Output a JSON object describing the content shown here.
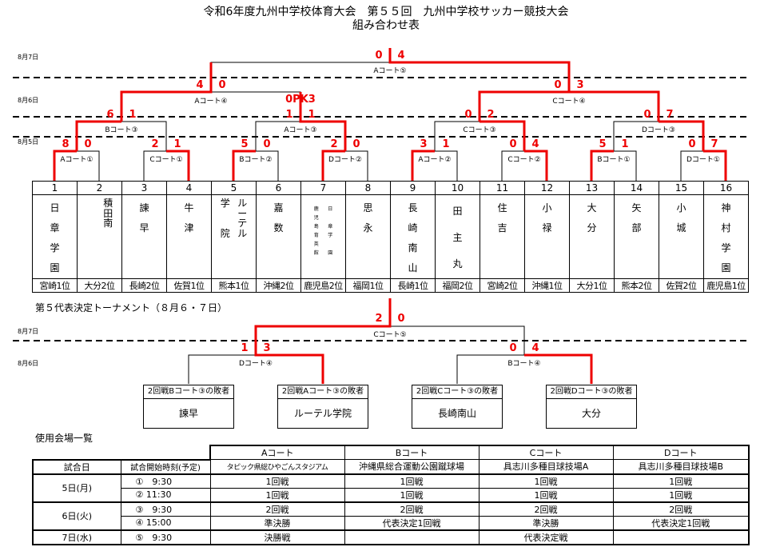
{
  "header": {
    "title": "令和6年度九州中学校体育大会　第５５回　九州中学校サッカー競技大会",
    "subtitle": "組み合わせ表"
  },
  "dates": {
    "d7": "8月7日",
    "d6": "8月6日",
    "d5": "8月5日"
  },
  "courts": {
    "final": "Aコート⑤",
    "sf_left": "Aコート④",
    "sf_right": "Cコート④",
    "r2_1": "Bコート③",
    "r2_2": "Aコート③",
    "r2_3": "Cコート③",
    "r2_4": "Dコート③",
    "r1_1": "Aコート①",
    "r1_2": "Cコート①",
    "r1_3": "Bコート②",
    "r1_4": "Dコート②",
    "r1_5": "Aコート②",
    "r1_6": "Cコート②",
    "r1_7": "Bコート①",
    "r1_8": "Dコート①"
  },
  "scores": {
    "final_l": "0",
    "final_r": "4",
    "sfl_l": "4",
    "sfl_r": "0",
    "sfr_l": "0",
    "sfr_r": "3",
    "r2_1_l": "6",
    "r2_1_r": "1",
    "r2_2_pk": "0PK3",
    "r2_2_l": "1",
    "r2_2_r": "1",
    "r2_3_l": "0",
    "r2_3_r": "2",
    "r2_4_l": "0",
    "r2_4_r": "7",
    "r1_1_l": "8",
    "r1_1_r": "0",
    "r1_2_l": "2",
    "r1_2_r": "1",
    "r1_3_l": "5",
    "r1_3_r": "0",
    "r1_4_l": "2",
    "r1_4_r": "0",
    "r1_5_l": "3",
    "r1_5_r": "1",
    "r1_6_l": "0",
    "r1_6_r": "4",
    "r1_7_l": "5",
    "r1_7_r": "1",
    "r1_8_l": "0",
    "r1_8_r": "7"
  },
  "teams": [
    {
      "num": "1",
      "name": [
        "日",
        "章",
        "学",
        "園"
      ],
      "rank": "宮崎1位"
    },
    {
      "num": "2",
      "name": [
        "",
        "積",
        "",
        "田",
        "",
        "南"
      ],
      "rank": "大分2位"
    },
    {
      "num": "3",
      "name": [
        "諫",
        "",
        "",
        "早"
      ],
      "rank": "長崎2位"
    },
    {
      "num": "4",
      "name": [
        "牛",
        "",
        "",
        "津"
      ],
      "rank": "佐賀1位"
    },
    {
      "num": "5",
      "name": [
        "学",
        "ル",
        "",
        "ー",
        "",
        "テ",
        "院",
        "ル"
      ],
      "rank": "熊本1位"
    },
    {
      "num": "6",
      "name": [
        "嘉",
        "",
        "",
        "数"
      ],
      "rank": "沖縄2位"
    },
    {
      "num": "7",
      "name": [
        "鹿",
        "日",
        "児",
        "",
        "島",
        "章",
        "育",
        "学",
        "英",
        "",
        "館",
        "園"
      ],
      "rank": "鹿児島2位",
      "small": true
    },
    {
      "num": "8",
      "name": [
        "思",
        "",
        "",
        "永"
      ],
      "rank": "福岡1位"
    },
    {
      "num": "9",
      "name": [
        "長",
        "崎",
        "南",
        "山"
      ],
      "rank": "長崎1位"
    },
    {
      "num": "10",
      "name": [
        "田",
        "主",
        "丸"
      ],
      "rank": "福岡2位"
    },
    {
      "num": "11",
      "name": [
        "住",
        "",
        "",
        "吉"
      ],
      "rank": "宮崎2位"
    },
    {
      "num": "12",
      "name": [
        "小",
        "",
        "",
        "禄"
      ],
      "rank": "沖縄1位"
    },
    {
      "num": "13",
      "name": [
        "大",
        "",
        "",
        "分"
      ],
      "rank": "大分1位"
    },
    {
      "num": "14",
      "name": [
        "矢",
        "",
        "",
        "部"
      ],
      "rank": "熊本2位"
    },
    {
      "num": "15",
      "name": [
        "小",
        "",
        "",
        "城"
      ],
      "rank": "佐賀2位"
    },
    {
      "num": "16",
      "name": [
        "神",
        "村",
        "学",
        "園"
      ],
      "rank": "鹿児島1位"
    }
  ],
  "rep": {
    "title": "第５代表決定トーナメント（８月６・７日）",
    "final_court": "Cコート⑤",
    "final_l": "2",
    "final_r": "0",
    "left_court": "Dコート④",
    "left_l": "1",
    "left_r": "3",
    "right_court": "Bコート④",
    "right_l": "0",
    "right_r": "4",
    "boxes": [
      {
        "label": "2回戦Bコート③の敗者",
        "team": "諫早"
      },
      {
        "label": "2回戦Aコート③の敗者",
        "team": "ルーテル学院"
      },
      {
        "label": "2回戦Cコート③の敗者",
        "team": "長崎南山"
      },
      {
        "label": "2回戦Dコート③の敗者",
        "team": "大分"
      }
    ]
  },
  "venue": {
    "title": "使用会場一覧",
    "courts": [
      "Aコート",
      "Bコート",
      "Cコート",
      "Dコート"
    ],
    "h_day": "試合日",
    "h_time": "試合開始時刻(予定)",
    "venues": [
      "タピック県総ひやごんスタジアム",
      "沖縄県総合運動公園蹴球場",
      "具志川多種目球技場A",
      "具志川多種目球技場B"
    ],
    "rows": [
      {
        "day": "5日(月)",
        "time": "①　9:30",
        "cells": [
          "1回戦",
          "1回戦",
          "1回戦",
          "1回戦"
        ]
      },
      {
        "time": "② 11:30",
        "cells": [
          "1回戦",
          "1回戦",
          "1回戦",
          "1回戦"
        ]
      },
      {
        "day": "6日(火)",
        "time": "③　9:30",
        "cells": [
          "2回戦",
          "2回戦",
          "2回戦",
          "2回戦"
        ]
      },
      {
        "time": "④ 15:00",
        "cells": [
          "準決勝",
          "代表決定1回戦",
          "準決勝",
          "代表決定1回戦"
        ]
      },
      {
        "day": "7日(水)",
        "time": "⑤　9:30",
        "cells": [
          "決勝戦",
          "",
          "代表決定戦",
          ""
        ]
      }
    ]
  }
}
